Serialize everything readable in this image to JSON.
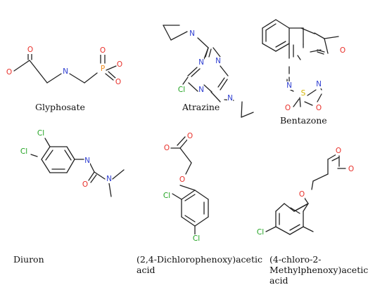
{
  "colors": {
    "bond": "#222222",
    "O": "#e8302a",
    "N": "#2f3fd1",
    "P": "#f08c1e",
    "S": "#d4b400",
    "Cl": "#21a321",
    "C": "#222222",
    "caption": "#111111"
  },
  "molecules": [
    {
      "id": "glyphosate",
      "caption_lines": [
        "Glyphosate"
      ],
      "atoms": [
        {
          "id": "o1",
          "el": "O",
          "label": "O"
        },
        {
          "id": "o2",
          "el": "O",
          "label": "O"
        },
        {
          "id": "n",
          "el": "N",
          "label": "N"
        },
        {
          "id": "p",
          "el": "P",
          "label": "P"
        },
        {
          "id": "o3",
          "el": "O",
          "label": "O"
        },
        {
          "id": "o4",
          "el": "O",
          "label": "O"
        },
        {
          "id": "o5",
          "el": "O",
          "label": "O"
        }
      ]
    },
    {
      "id": "atrazine",
      "caption_lines": [
        "Atrazine"
      ],
      "atoms": [
        {
          "id": "n1",
          "el": "N",
          "label": "N"
        },
        {
          "id": "n2",
          "el": "N",
          "label": "N"
        },
        {
          "id": "n3",
          "el": "N",
          "label": "N"
        },
        {
          "id": "n4",
          "el": "N",
          "label": "N"
        },
        {
          "id": "n5",
          "el": "N",
          "label": "N"
        },
        {
          "id": "cl",
          "el": "Cl",
          "label": "Cl"
        }
      ]
    },
    {
      "id": "bentazone",
      "caption_lines": [
        "Bentazone"
      ],
      "atoms": [
        {
          "id": "o1",
          "el": "O",
          "label": "O"
        },
        {
          "id": "n1",
          "el": "N",
          "label": "N"
        },
        {
          "id": "n2",
          "el": "N",
          "label": "N"
        },
        {
          "id": "s",
          "el": "S",
          "label": "S"
        },
        {
          "id": "o2",
          "el": "O",
          "label": "O"
        },
        {
          "id": "o3",
          "el": "O",
          "label": "O"
        }
      ]
    },
    {
      "id": "diuron",
      "caption_lines": [
        "Diuron"
      ],
      "atoms": [
        {
          "id": "cl1",
          "el": "Cl",
          "label": "Cl"
        },
        {
          "id": "cl2",
          "el": "Cl",
          "label": "Cl"
        },
        {
          "id": "n1",
          "el": "N",
          "label": "N"
        },
        {
          "id": "o",
          "el": "O",
          "label": "O"
        },
        {
          "id": "n2",
          "el": "N",
          "label": "N"
        }
      ]
    },
    {
      "id": "24d",
      "caption_lines": [
        "(2,4-Dichlorophenoxy)acetic",
        "acid"
      ],
      "atoms": [
        {
          "id": "o1",
          "el": "O",
          "label": "O"
        },
        {
          "id": "o2",
          "el": "O",
          "label": "O"
        },
        {
          "id": "o3",
          "el": "O",
          "label": "O"
        },
        {
          "id": "cl1",
          "el": "Cl",
          "label": "Cl"
        },
        {
          "id": "cl2",
          "el": "Cl",
          "label": "Cl"
        }
      ]
    },
    {
      "id": "mcpa",
      "caption_lines": [
        "(4-chloro-2-",
        "Methylphenoxy)acetic",
        "acid"
      ],
      "atoms": [
        {
          "id": "o1",
          "el": "O",
          "label": "O"
        },
        {
          "id": "o2",
          "el": "O",
          "label": "O"
        },
        {
          "id": "o3",
          "el": "O",
          "label": "O"
        },
        {
          "id": "cl",
          "el": "Cl",
          "label": "Cl"
        }
      ]
    }
  ]
}
